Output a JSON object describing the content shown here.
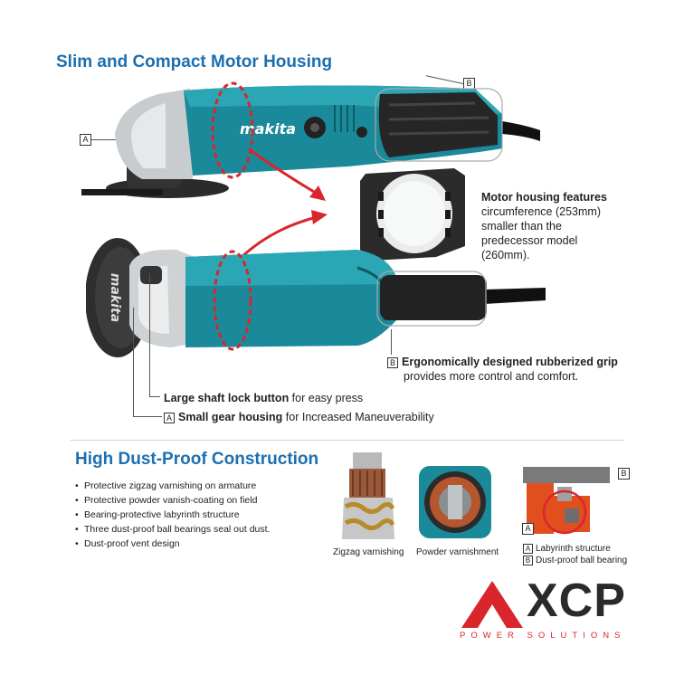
{
  "section1": {
    "title": "Slim and Compact Motor Housing",
    "brand_text": "makita",
    "label_a": "A",
    "label_b": "B",
    "motor_callout": {
      "bold": "Motor housing features",
      "text": "circumference (253mm) smaller than the predecessor model (260mm)."
    },
    "grip_callout": {
      "label": "B",
      "bold": "Ergonomically designed rubberized grip",
      "text": "provides more control and comfort."
    },
    "lock_callout": {
      "bold": "Large shaft lock button",
      "text": " for easy press"
    },
    "gear_callout": {
      "label": "A",
      "bold": "Small gear housing",
      "text": " for Increased Maneuverability"
    }
  },
  "section2": {
    "title": "High Dust-Proof Construction",
    "bullets": [
      "Protective zigzag varnishing on armature",
      "Protective powder vanish-coating on field",
      "Bearing-protective labyrinth structure",
      "Three dust-proof ball bearings seal out dust.",
      "Dust-proof vent design"
    ],
    "captions": {
      "armature": "Zigzag varnishing",
      "field": "Powder varnishment"
    },
    "legend": [
      {
        "label": "A",
        "text": "Labyrinth structure"
      },
      {
        "label": "B",
        "text": "Dust-proof ball bearing"
      }
    ],
    "diagram_labels": {
      "a": "A",
      "b": "B"
    }
  },
  "logo": {
    "text": "XCP",
    "subtitle": "POWER SOLUTIONS"
  },
  "colors": {
    "title_blue": "#1d6fb0",
    "tool_teal": "#1a8a9a",
    "accent_red": "#d8262c"
  }
}
